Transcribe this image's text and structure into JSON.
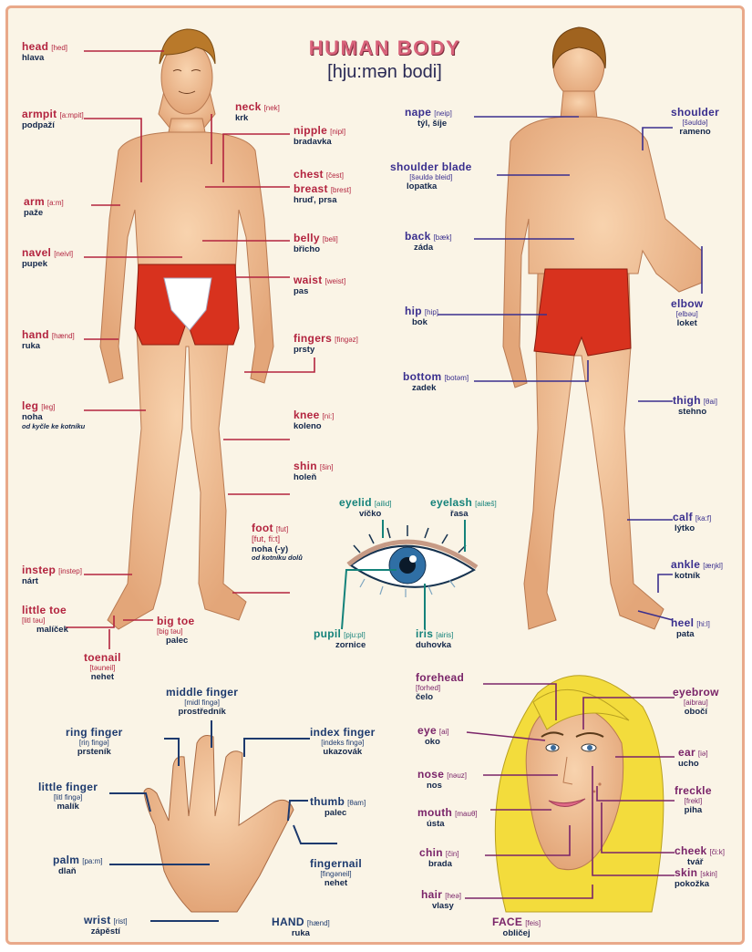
{
  "title": "HUMAN BODY",
  "title_pron": "[hju:mən bodi]",
  "front": {
    "head": {
      "en": "head",
      "pr": "[hed]",
      "cz": "hlava"
    },
    "armpit": {
      "en": "armpit",
      "pr": "[a:mpit]",
      "cz": "podpaží"
    },
    "neck": {
      "en": "neck",
      "pr": "[nek]",
      "cz": "krk"
    },
    "nipple": {
      "en": "nipple",
      "pr": "[nipl]",
      "cz": "bradavka"
    },
    "chest": {
      "en": "chest",
      "pr": "[čest]"
    },
    "breast": {
      "en": "breast",
      "pr": "[brest]",
      "cz": "hruď, prsa"
    },
    "arm": {
      "en": "arm",
      "pr": "[a:m]",
      "cz": "paže"
    },
    "navel": {
      "en": "navel",
      "pr": "[neivl]",
      "cz": "pupek"
    },
    "belly": {
      "en": "belly",
      "pr": "[beli]",
      "cz": "břicho"
    },
    "waist": {
      "en": "waist",
      "pr": "[weist]",
      "cz": "pas"
    },
    "hand": {
      "en": "hand",
      "pr": "[hænd]",
      "cz": "ruka"
    },
    "fingers": {
      "en": "fingers",
      "pr": "[fingəz]",
      "cz": "prsty"
    },
    "leg": {
      "en": "leg",
      "pr": "[leg]",
      "cz": "noha",
      "cz2": "od kyčle ke kotníku"
    },
    "knee": {
      "en": "knee",
      "pr": "[ni:]",
      "cz": "koleno"
    },
    "shin": {
      "en": "shin",
      "pr": "[šin]",
      "cz": "holeň"
    },
    "foot": {
      "en": "foot",
      "pr": "[fut]",
      "pr2": "[fut, fi:t]",
      "cz": "noha (-y)",
      "cz2": "od kotníku dolů"
    },
    "instep": {
      "en": "instep",
      "pr": "[instep]",
      "cz": "nárt"
    },
    "little_toe": {
      "en": "little toe",
      "pr": "[litl təu]",
      "cz": "malíček"
    },
    "big_toe": {
      "en": "big toe",
      "pr": "[big təu]",
      "cz": "palec"
    },
    "toenail": {
      "en": "toenail",
      "pr": "[təuneil]",
      "cz": "nehet"
    }
  },
  "back_view": {
    "nape": {
      "en": "nape",
      "pr": "[neip]",
      "cz": "týl, šíje"
    },
    "shoulder": {
      "en": "shoulder",
      "pr": "[šəuldə]",
      "cz": "rameno"
    },
    "shoulder_blade": {
      "en": "shoulder blade",
      "pr": "[šəuldə bleid]",
      "cz": "lopatka"
    },
    "back": {
      "en": "back",
      "pr": "[bæk]",
      "cz": "záda"
    },
    "hip": {
      "en": "hip",
      "pr": "[hip]",
      "cz": "bok"
    },
    "elbow": {
      "en": "elbow",
      "pr": "[elbəu]",
      "cz": "loket"
    },
    "bottom": {
      "en": "bottom",
      "pr": "[botəm]",
      "cz": "zadek"
    },
    "thigh": {
      "en": "thigh",
      "pr": "[θai]",
      "cz": "stehno"
    },
    "calf": {
      "en": "calf",
      "pr": "[ka:f]",
      "cz": "lýtko"
    },
    "ankle": {
      "en": "ankle",
      "pr": "[æŋkl]",
      "cz": "kotník"
    },
    "heel": {
      "en": "heel",
      "pr": "[hi:l]",
      "cz": "pata"
    }
  },
  "eye": {
    "eyelid": {
      "en": "eyelid",
      "pr": "[ailid]",
      "cz": "víčko"
    },
    "eyelash": {
      "en": "eyelash",
      "pr": "[ailæš]",
      "cz": "řasa"
    },
    "pupil": {
      "en": "pupil",
      "pr": "[pju:pl]",
      "cz": "zornice"
    },
    "iris": {
      "en": "iris",
      "pr": "[airis]",
      "cz": "duhovka"
    }
  },
  "hand_fig": {
    "middle_finger": {
      "en": "middle finger",
      "pr": "[midl fingə]",
      "cz": "prostředník"
    },
    "ring_finger": {
      "en": "ring finger",
      "pr": "[riŋ fingə]",
      "cz": "prsteník"
    },
    "index_finger": {
      "en": "index finger",
      "pr": "[indeks fingə]",
      "cz": "ukazovák"
    },
    "little_finger": {
      "en": "little finger",
      "pr": "[litl fingə]",
      "cz": "malík"
    },
    "thumb": {
      "en": "thumb",
      "pr": "[θam]",
      "cz": "palec"
    },
    "palm": {
      "en": "palm",
      "pr": "[pa:m]",
      "cz": "dlaň"
    },
    "fingernail": {
      "en": "fingernail",
      "pr": "[fingəneil]",
      "cz": "nehet"
    },
    "wrist": {
      "en": "wrist",
      "pr": "[rist]",
      "cz": "zápěstí"
    },
    "caption": {
      "en": "HAND",
      "pr": "[hænd]",
      "cz": "ruka"
    }
  },
  "face": {
    "forehead": {
      "en": "forehead",
      "pr": "[forhed]",
      "cz": "čelo"
    },
    "eyebrow": {
      "en": "eyebrow",
      "pr": "[aibrau]",
      "cz": "obočí"
    },
    "eye": {
      "en": "eye",
      "pr": "[ai]",
      "cz": "oko"
    },
    "ear": {
      "en": "ear",
      "pr": "[iə]",
      "cz": "ucho"
    },
    "nose": {
      "en": "nose",
      "pr": "[nəuz]",
      "cz": "nos"
    },
    "freckle": {
      "en": "freckle",
      "pr": "[frekl]",
      "cz": "piha"
    },
    "mouth": {
      "en": "mouth",
      "pr": "[mauθ]",
      "cz": "ústa"
    },
    "chin": {
      "en": "chin",
      "pr": "[čin]",
      "cz": "brada"
    },
    "cheek": {
      "en": "cheek",
      "pr": "[či:k]",
      "cz": "tvář"
    },
    "skin": {
      "en": "skin",
      "pr": "[skin]",
      "cz": "pokožka"
    },
    "hair": {
      "en": "hair",
      "pr": "[heə]",
      "cz": "vlasy"
    },
    "caption": {
      "en": "FACE",
      "pr": "[feis]",
      "cz": "obličej"
    }
  },
  "colors": {
    "poster_bg": "#faf4e6",
    "border": "#e9a98a",
    "skin": "#f2c49b",
    "shorts": "#d8321e",
    "hair_brown": "#b9792a",
    "hair_blonde": "#f3dc3c",
    "line_red": "#b3243f",
    "line_blue": "#3a2f8e",
    "line_teal": "#14827a",
    "line_magenta": "#7a2469",
    "line_navy": "#1d3a6e"
  }
}
